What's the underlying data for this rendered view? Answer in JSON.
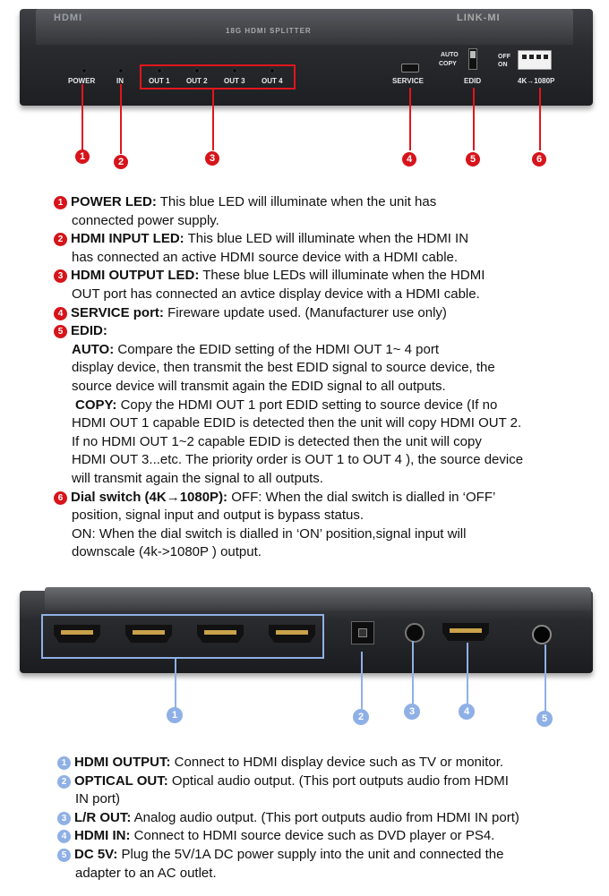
{
  "front_panel": {
    "label_power": "POWER",
    "label_in": "IN",
    "label_out1": "OUT 1",
    "label_out2": "OUT 2",
    "label_out3": "OUT 3",
    "label_out4": "OUT 4",
    "label_service": "SERVICE",
    "label_edid": "EDID",
    "label_auto": "AUTO",
    "label_copy": "COPY",
    "label_off": "OFF",
    "label_on": "ON",
    "label_4k1080": "4K→1080P",
    "brand_text": "LINK-MI",
    "model_text": "18G HDMI SPLITTER",
    "callouts": [
      "1",
      "2",
      "3",
      "4",
      "5",
      "6"
    ]
  },
  "front_descriptions": [
    {
      "num": "1",
      "title": "POWER LED:",
      "lines": [
        "This blue LED will illuminate when the unit has",
        "connected power supply."
      ]
    },
    {
      "num": "2",
      "title": "HDMI INPUT LED:",
      "lines": [
        "This blue LED will illuminate when the HDMI IN",
        "has connected an active HDMI source device with a HDMI cable."
      ]
    },
    {
      "num": "3",
      "title": "HDMI OUTPUT LED:",
      "lines": [
        "These blue LEDs will illuminate when the HDMI",
        "OUT port has connected an avtice display device with a HDMI cable."
      ]
    },
    {
      "num": "4",
      "title": "SERVICE port:",
      "lines": [
        "Fireware update used. (Manufacturer use only)"
      ]
    },
    {
      "num": "5",
      "title": "EDID:",
      "auto_title": "AUTO:",
      "copy_title": "COPY:",
      "auto_lines": [
        "Compare the EDID setting of the HDMI OUT 1~ 4 port",
        "display device, then transmit the best EDID signal to source device, the",
        "source device will transmit again the EDID signal to all outputs."
      ],
      "copy_lines": [
        "Copy the HDMI OUT 1 port EDID setting to source device (If no",
        "HDMI OUT 1 capable EDID is detected then the unit will copy HDMI OUT 2.",
        "If no HDMI OUT 1~2 capable EDID is detected then the unit will copy",
        "HDMI OUT 3...etc. The priority order is OUT 1 to OUT 4 ), the source device",
        "will transmit again the signal to all outputs."
      ]
    },
    {
      "num": "6",
      "title": "Dial switch (4K→1080P):",
      "lines": [
        "OFF: When the dial switch is dialled in ‘OFF’",
        "position, signal input and output is bypass status.",
        "ON: When the dial switch is dialled in ‘ON’ position,signal input will",
        "downscale (4k->1080P ) output."
      ]
    }
  ],
  "rear_panel": {
    "callouts": [
      "1",
      "2",
      "3",
      "4",
      "5"
    ]
  },
  "rear_descriptions": [
    {
      "num": "1",
      "title": "HDMI OUTPUT:",
      "lines": [
        "Connect to HDMI display device such as TV or monitor."
      ]
    },
    {
      "num": "2",
      "title": "OPTICAL OUT:",
      "lines": [
        "Optical audio output. (This port outputs audio from HDMI",
        "IN port)"
      ]
    },
    {
      "num": "3",
      "title": "L/R OUT:",
      "lines": [
        "Analog audio output. (This port outputs audio from HDMI IN port)"
      ]
    },
    {
      "num": "4",
      "title": "HDMI IN:",
      "lines": [
        "Connect to HDMI source device such as DVD player or PS4."
      ]
    },
    {
      "num": "5",
      "title": "DC 5V:",
      "lines": [
        "Plug the 5V/1A DC power supply into the unit and connected the",
        "adapter to an AC outlet."
      ]
    }
  ],
  "colors": {
    "callout_red": "#d6141a",
    "callout_blue": "#8fb0e6",
    "device_body": "#2a2b2f"
  }
}
